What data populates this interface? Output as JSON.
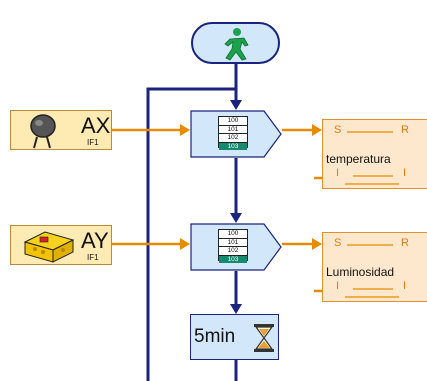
{
  "start_block": {
    "icon": "walking-figure-icon"
  },
  "sensors": [
    {
      "port": "AX",
      "interface": "IF1",
      "icon": "thermistor-icon"
    },
    {
      "port": "AY",
      "interface": "IF1",
      "icon": "photo-sensor-block-icon"
    }
  ],
  "list_blocks": [
    {
      "rows": [
        "100",
        "101",
        "102",
        "103"
      ]
    },
    {
      "rows": [
        "100",
        "101",
        "102",
        "103"
      ]
    }
  ],
  "variables": [
    {
      "name": "temperatura",
      "s_label": "S",
      "r_label": "R",
      "i_label": "I"
    },
    {
      "name": "Luminosidad",
      "s_label": "S",
      "r_label": "R",
      "i_label": "I"
    }
  ],
  "wait_block": {
    "text": "5min",
    "icon": "hourglass-icon"
  },
  "colors": {
    "flow": "#1a237e",
    "data_wire": "#e68a00",
    "block_fill": "#d2e7fa",
    "sensor_fill": "#fdebb3",
    "var_fill": "#fde8cd"
  }
}
